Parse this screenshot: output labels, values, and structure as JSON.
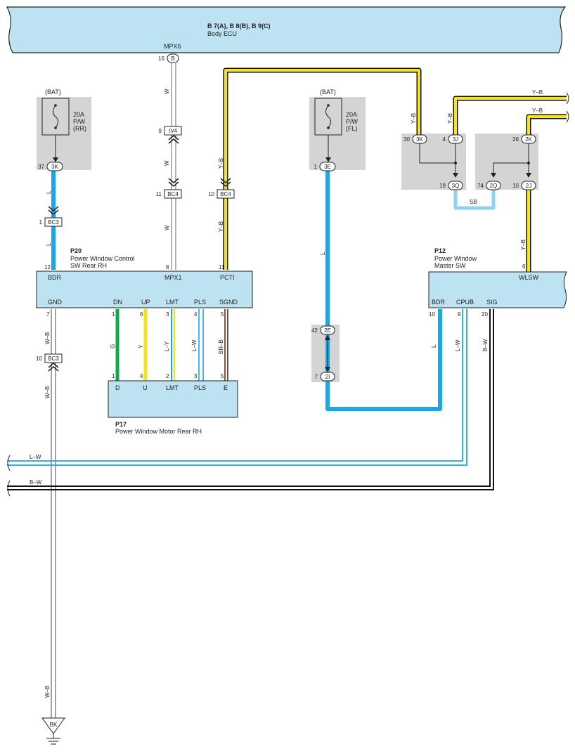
{
  "ecu": {
    "connectors": "B 7(A), B 8(B), B 9(C)",
    "name": "Body ECU",
    "terminal": "MPX6",
    "pin": "16",
    "conn": "B"
  },
  "fuse_rr": {
    "source": "(BAT)",
    "rating": "20A",
    "name": "P/W",
    "loc": "(RR)",
    "pin": "37",
    "conn": "3K"
  },
  "fuse_fl": {
    "source": "(BAT)",
    "rating": "20A",
    "name": "P/W",
    "loc": "(FL)",
    "pin": "1",
    "conn": "3E"
  },
  "junctions": {
    "iv4": {
      "pin": "9",
      "label": "IV4"
    },
    "bc4_w": {
      "pin": "11",
      "label": "BC4"
    },
    "bc4_yb": {
      "pin": "10",
      "label": "BC4"
    },
    "bc3_top": {
      "pin": "1",
      "label": "BC3"
    },
    "bc3_bot": {
      "pin": "10",
      "label": "BC3"
    }
  },
  "p20": {
    "id": "P20",
    "name1": "Power Window Control",
    "name2": "SW Rear RH",
    "top_terms": [
      {
        "pin": "12",
        "name": "BDR"
      },
      {
        "pin": "8",
        "name": "MPX1"
      },
      {
        "pin": "11",
        "name": "PCTI"
      }
    ],
    "bot_terms": [
      {
        "pin": "7",
        "name": "GND"
      },
      {
        "pin": "1",
        "name": "DN"
      },
      {
        "pin": "6",
        "name": "UP"
      },
      {
        "pin": "3",
        "name": "LMT"
      },
      {
        "pin": "4",
        "name": "PLS"
      },
      {
        "pin": "5",
        "name": "SGND"
      }
    ]
  },
  "p17": {
    "id": "P17",
    "name": "Power Window Motor Rear RH",
    "terms": [
      {
        "pin": "1",
        "name": "D"
      },
      {
        "pin": "4",
        "name": "U"
      },
      {
        "pin": "2",
        "name": "LMT"
      },
      {
        "pin": "3",
        "name": "PLS"
      },
      {
        "pin": "5",
        "name": "E"
      }
    ]
  },
  "p12": {
    "id": "P12",
    "name1": "Power Window",
    "name2": "Master SW",
    "top_term": {
      "pin": "6",
      "name": "WLSW"
    },
    "bot_terms": [
      {
        "pin": "10",
        "name": "BDR"
      },
      {
        "pin": "9",
        "name": "CPUB"
      },
      {
        "pin": "20",
        "name": "SIG"
      }
    ]
  },
  "jb_left": {
    "pins": [
      {
        "pin": "30",
        "conn": "3K"
      },
      {
        "pin": "4",
        "conn": "3J"
      },
      {
        "pin": "19",
        "conn": "3Q"
      }
    ]
  },
  "jb_right": {
    "pins": [
      {
        "pin": "26",
        "conn": "2K"
      },
      {
        "pin": "74",
        "conn": "2Q"
      },
      {
        "pin": "10",
        "conn": "2J"
      }
    ]
  },
  "jb_mid": {
    "pins": [
      {
        "pin": "42",
        "conn": "2E"
      },
      {
        "pin": "7",
        "conn": "2I"
      }
    ]
  },
  "wire_labels": {
    "w1": "W",
    "w2": "W",
    "w3": "W",
    "l1": "L",
    "l2": "L",
    "l3": "L",
    "l4": "L",
    "yb1": "Y–B",
    "yb2": "Y–B",
    "yb3": "Y–B",
    "yb4": "Y–B",
    "yb5": "Y–B",
    "yb6": "Y–B",
    "yb7": "Y–B",
    "sb": "SB",
    "wb1": "W–B",
    "wb2": "W–B",
    "wb3": "W–B",
    "g": "G",
    "y": "Y",
    "ly": "L–Y",
    "lw1": "L–W",
    "lw2": "L–W",
    "lw3": "L–W",
    "brb": "BR–B",
    "bw1": "B–W",
    "bw2": "B–W"
  },
  "ground": {
    "label": "BK"
  },
  "colors": {
    "panel": "#bde3f2",
    "yellow": "#f5e31b",
    "blue": "#1aa7e4",
    "lightblue": "#8dd3f0",
    "green": "#13a84b",
    "brown": "#a0522d",
    "shade": "#d4d4d4"
  }
}
